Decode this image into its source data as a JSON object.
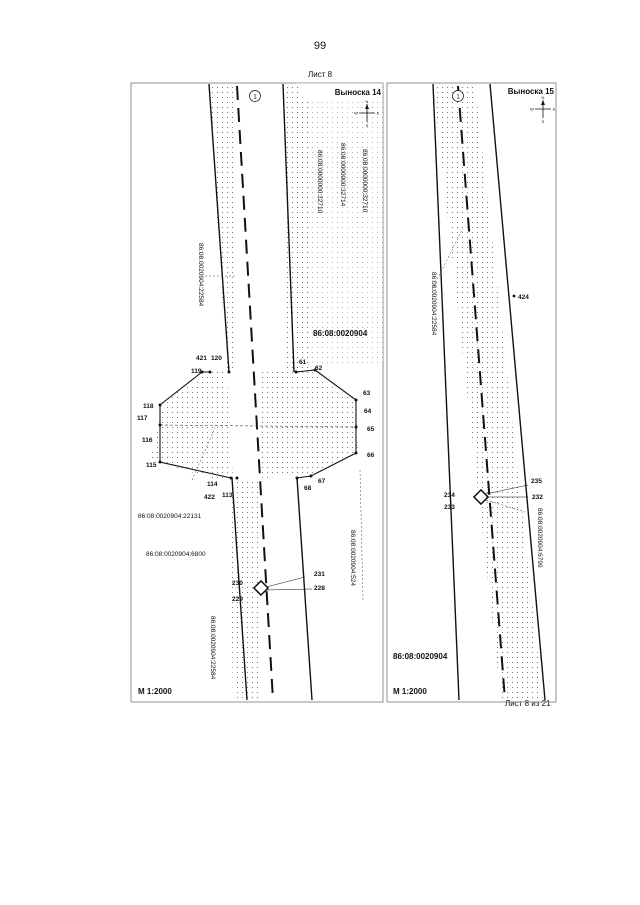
{
  "page_number": "99",
  "sheet_title": "Лист 8",
  "sheet_count": "Лист 8 из 21",
  "panels": [
    {
      "callout_title": "Выноска 14",
      "road_number": "1",
      "scale": "М 1:2000",
      "quarter": "86:08:0020904",
      "parcels": [
        "86:08:0000000:32710",
        "86:08:0000000:32714",
        "86:08:0000000:32710",
        "86:08:0020904:22584",
        "86:08:0020904:22131",
        "86:08:0020904:6800",
        "86:08:0020904:524",
        "86:08:0020904:22584"
      ],
      "points": [
        "421",
        "120",
        "119",
        "118",
        "117",
        "116",
        "115",
        "114",
        "422",
        "113",
        "61",
        "62",
        "63",
        "64",
        "65",
        "66",
        "67",
        "68",
        "230",
        "229",
        "231",
        "228"
      ]
    },
    {
      "callout_title": "Выноска 15",
      "road_number": "1",
      "scale": "М 1:2000",
      "quarter": "86:08:0020904",
      "parcels": [
        "86:08:0020904:22584",
        "86:08:0020904:6799"
      ],
      "points": [
        "424",
        "234",
        "233",
        "235",
        "232"
      ]
    }
  ],
  "compass": {
    "n": "N",
    "s": "S",
    "w": "W",
    "e": "E"
  }
}
